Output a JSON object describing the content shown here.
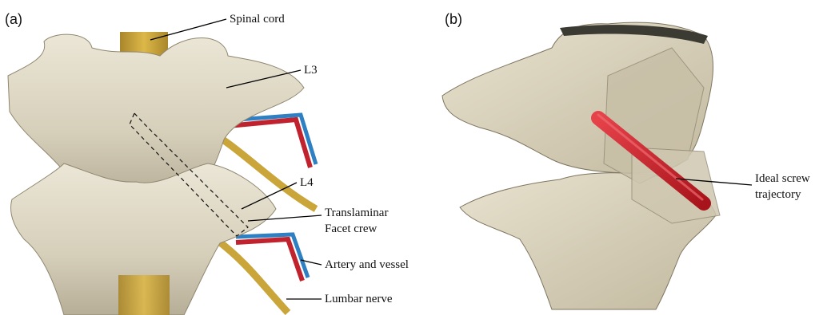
{
  "panels": [
    {
      "letter": "(a)",
      "labels": {
        "spinal_cord": "Spinal cord",
        "l3": "L3",
        "l4": "L4",
        "facet_line1": "Translaminar",
        "facet_line2": "Facet crew",
        "artery": "Artery and vessel",
        "nerve": "Lumbar nerve"
      }
    },
    {
      "letter": "(b)",
      "labels": {
        "screw_line1": "Ideal screw",
        "screw_line2": "trajectory"
      }
    }
  ],
  "colors": {
    "bone": "#d9d2bf",
    "bone_shadow": "#a9a08a",
    "cord": "#c9a53a",
    "artery": "#c0232e",
    "vessel": "#2f7fc3",
    "screw": "#d4222a",
    "plane": "#c8bfa7"
  }
}
